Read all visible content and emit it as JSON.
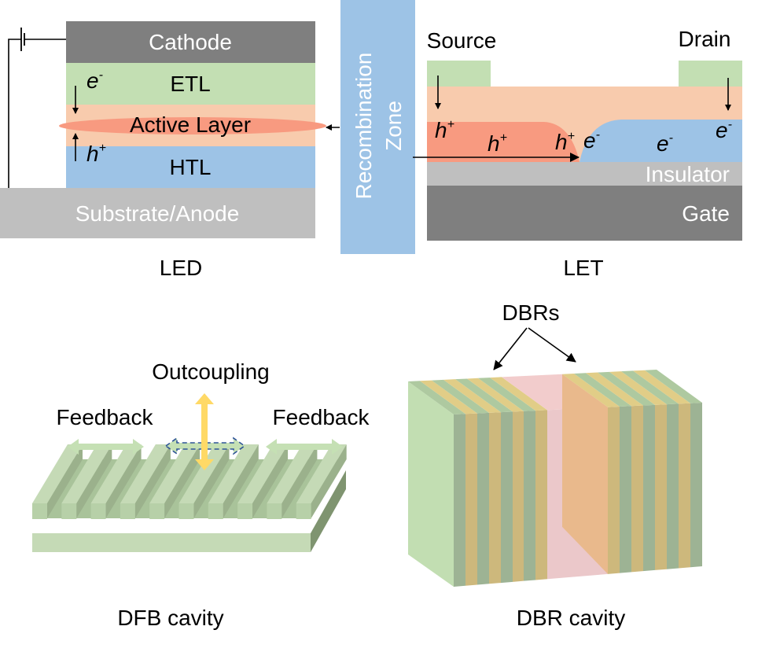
{
  "figure": {
    "colors": {
      "cathode": "#7f7f7f",
      "etl": "#c3dfb3",
      "active": "#f8cbad",
      "recomb": "#f89a80",
      "htl": "#9dc3e6",
      "substrate": "#bfbfbf",
      "zone": "#9dc3e6",
      "gate": "#7f7f7f",
      "insulator": "#bfbfbf",
      "grating_top": "#c5dab6",
      "grating_side": "#9bb18c",
      "arrow_feedback": "#c5e0b4",
      "arrow_out": "#ffd966",
      "dashed": "#2f5597",
      "dbr_green": "#9db394",
      "dbr_yellow": "#cdb87c",
      "dbr_green_top": "#aec9a0",
      "dbr_yellow_top": "#e1cd87",
      "cavity_pink": "#ebc8ca",
      "cavity_orange": "#e9b98c",
      "block_side": "#c2deb2"
    },
    "led": {
      "caption": "LED",
      "layers": {
        "cathode": "Cathode",
        "etl": "ETL",
        "active": "Active Layer",
        "htl": "HTL",
        "substrate": "Substrate/Anode"
      },
      "carriers": {
        "electron": "e",
        "electron_sup": "-",
        "hole": "h",
        "hole_sup": "+"
      }
    },
    "zone": {
      "line1": "Recombination",
      "line2": "Zone"
    },
    "let": {
      "caption": "LET",
      "source": "Source",
      "drain": "Drain",
      "insulator": "Insulator",
      "gate": "Gate",
      "carriers": [
        {
          "base": "h",
          "sup": "+"
        },
        {
          "base": "h",
          "sup": "+"
        },
        {
          "base": "h",
          "sup": "+"
        },
        {
          "base": "e",
          "sup": "-"
        },
        {
          "base": "e",
          "sup": "-"
        },
        {
          "base": "e",
          "sup": "-"
        }
      ]
    },
    "dfb": {
      "caption": "DFB cavity",
      "outcoupling": "Outcoupling",
      "feedback_left": "Feedback",
      "feedback_right": "Feedback"
    },
    "dbr": {
      "caption": "DBR cavity",
      "label": "DBRs"
    }
  }
}
